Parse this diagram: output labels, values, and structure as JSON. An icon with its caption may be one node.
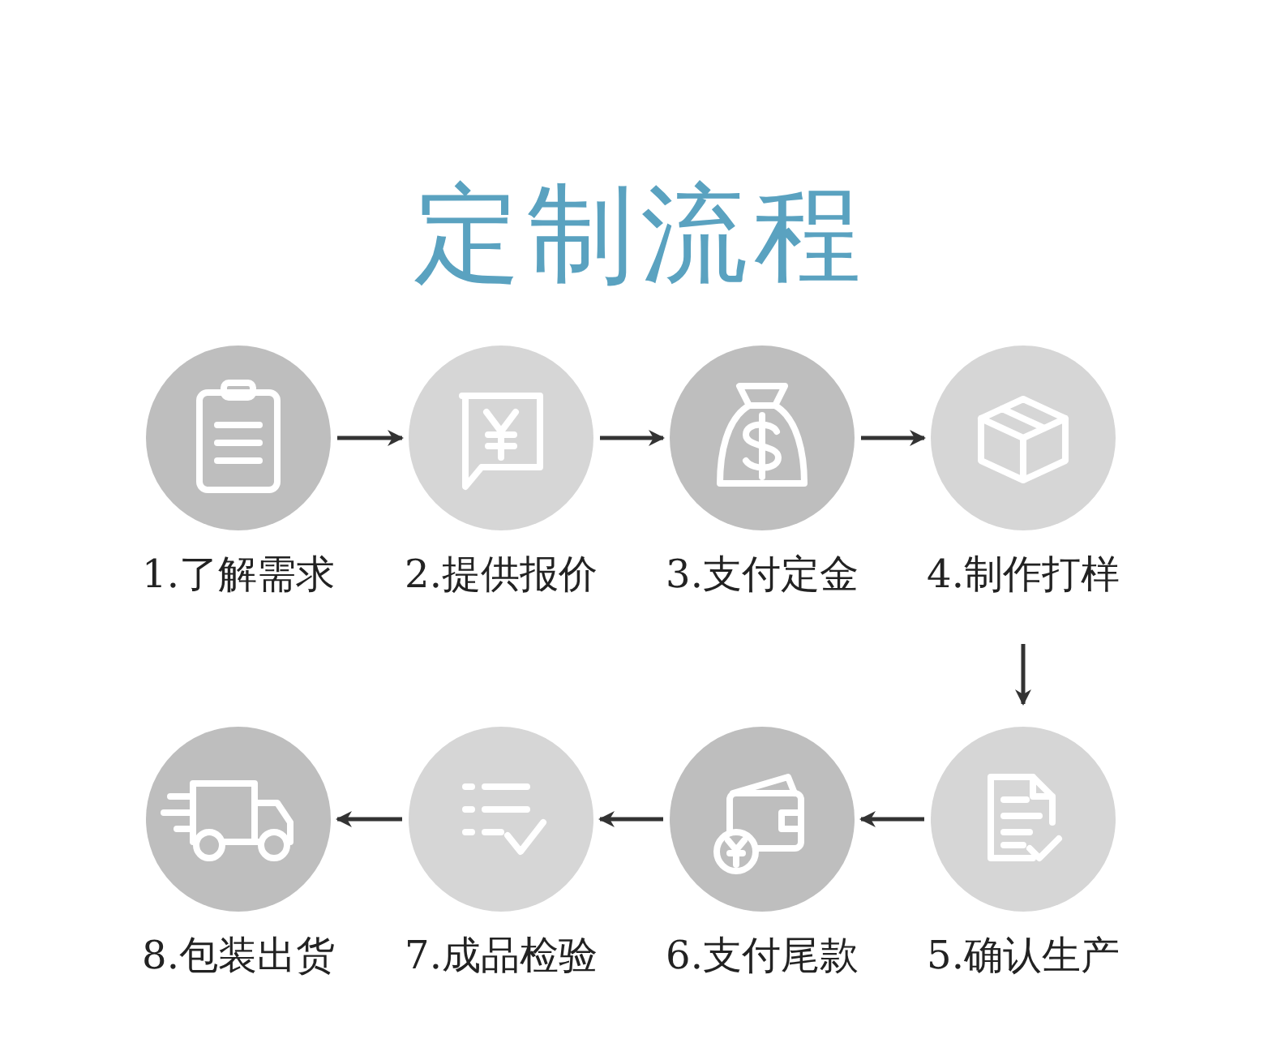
{
  "diagram": {
    "title": "定制流程",
    "nodes": [
      {
        "text": [
          "1.了解需求"
        ]
      },
      {
        "text": [
          "2.提供报价"
        ]
      },
      {
        "text": [
          "3.支付定金"
        ]
      },
      {
        "text": [
          "4.制作打样"
        ]
      },
      {
        "text": [
          "5.确认生产"
        ]
      },
      {
        "text": [
          "6.支付尾款"
        ]
      },
      {
        "text": [
          "7.成品检验"
        ]
      },
      {
        "text": [
          "8.包装出货"
        ]
      }
    ],
    "edges": [
      {
        "from": 0,
        "to": 1,
        "arrow": "to"
      },
      {
        "from": 1,
        "to": 2,
        "arrow": "to"
      },
      {
        "from": 2,
        "to": 3,
        "arrow": "to"
      },
      {
        "from": 3,
        "to": 4,
        "arrow": "to"
      },
      {
        "from": 4,
        "to": 5,
        "arrow": "to"
      },
      {
        "from": 5,
        "to": 6,
        "arrow": "to"
      },
      {
        "from": 6,
        "to": 7,
        "arrow": "to"
      }
    ]
  }
}
